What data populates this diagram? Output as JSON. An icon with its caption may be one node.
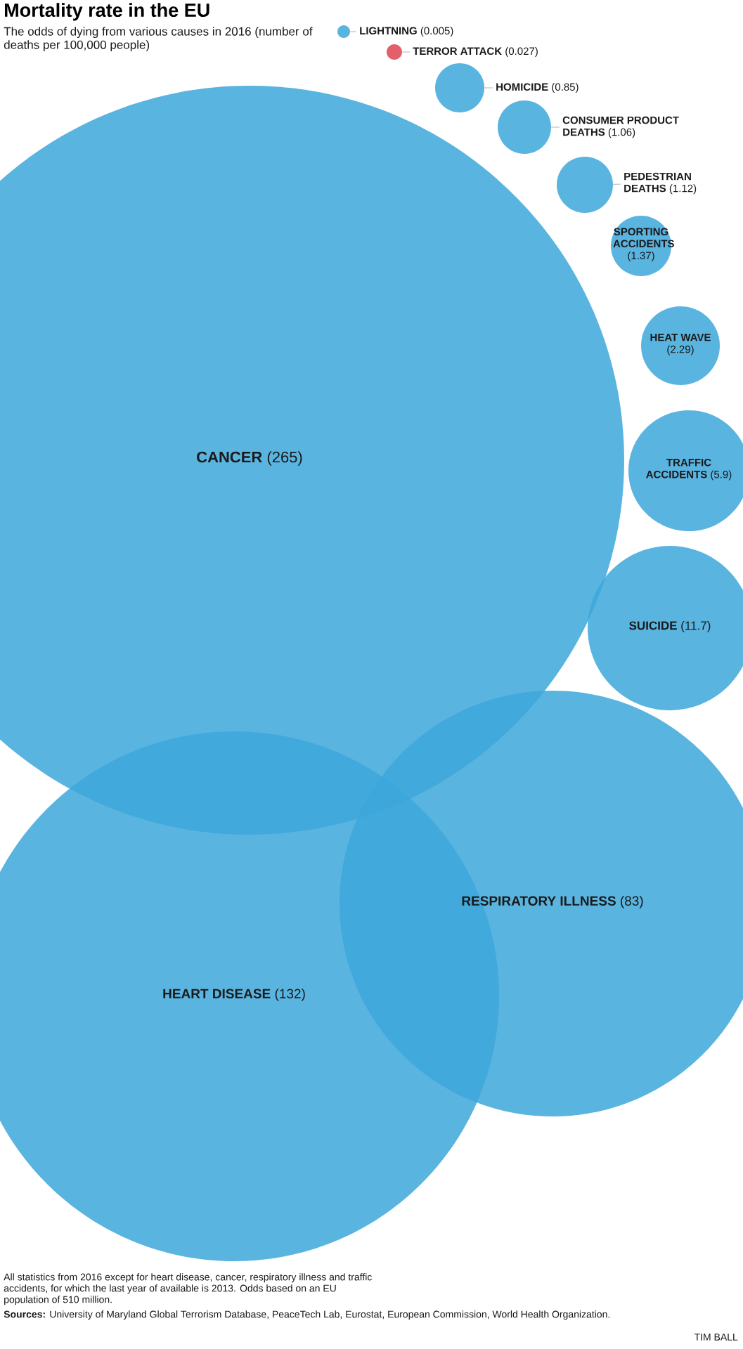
{
  "diagram": {
    "title": "Mortality rate in the EU",
    "nodes": [
      {
        "text": [],
        "shape": "circle"
      },
      {
        "text": [
          "**LIGHTNING** (0.005)"
        ]
      },
      {
        "text": [],
        "shape": "circle"
      },
      {
        "text": [
          "**TERROR ATTACK** (0.027)"
        ]
      },
      {
        "text": [],
        "shape": "circle"
      },
      {
        "text": [
          "**HOMICIDE** (0.85)"
        ]
      },
      {
        "text": [],
        "shape": "circle"
      },
      {
        "text": [
          "**CONSUMER PRODUCT DEATHS** (1.06)"
        ]
      },
      {
        "text": [],
        "shape": "circle"
      },
      {
        "text": [
          "**PEDESTRIAN DEATHS** (1.12)"
        ]
      },
      {
        "text": [
          "**SPORTING ACCIDENTS** (1.37)"
        ]
      },
      {
        "text": [
          "**HEAT WAVE** (2.29)"
        ]
      },
      {
        "text": [
          "**CANCER** (265)"
        ]
      },
      {
        "text": [
          "**TRAFFIC ACCIDENTS** (5.9)"
        ]
      },
      {
        "text": [
          "**SUICIDE** (11.7)"
        ]
      },
      {
        "text": [
          "**RESPIRATORY ILLNESS** (83)"
        ]
      },
      {
        "text": [
          "**HEART DISEASE** (132)"
        ]
      }
    ],
    "edges": [
      {
        "from": 1,
        "to": 0,
        "arrow": "none"
      },
      {
        "from": 3,
        "to": 2,
        "arrow": "none"
      },
      {
        "from": 5,
        "to": 4,
        "arrow": "none"
      },
      {
        "from": 7,
        "to": 6,
        "arrow": "none"
      },
      {
        "from": 9,
        "to": 8,
        "arrow": "none"
      }
    ],
    "labels": [
      "The odds of dying from various causes in 2016 (number of deaths per 100,000 people)",
      "All statistics from 2016 except for heart disease, cancer, respiratory illness and traffic accidents, for which the last year of available is 2013. Odds based on an EU population of 510 million.",
      "**Sources:** University of Maryland Global Terrorism Database, PeaceTech Lab, Eurostat, European Commission, World Health Organization.",
      "TIM BALL"
    ]
  }
}
